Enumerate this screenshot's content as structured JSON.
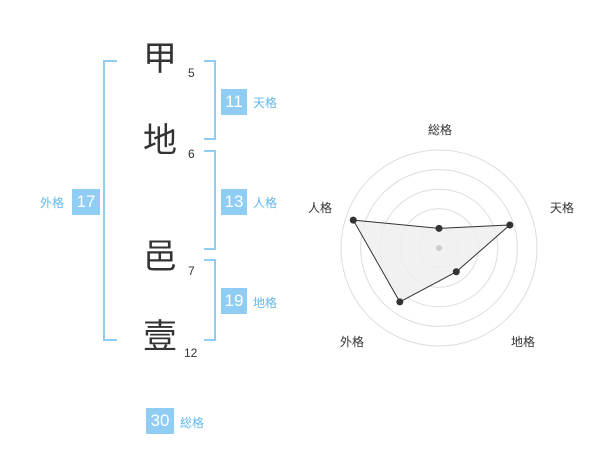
{
  "characters": [
    {
      "kanji": "甲",
      "strokes": "5"
    },
    {
      "kanji": "地",
      "strokes": "6"
    },
    {
      "kanji": "邑",
      "strokes": "7"
    },
    {
      "kanji": "壹",
      "strokes": "12"
    }
  ],
  "kakusu": {
    "tenkaku": {
      "value": "11",
      "label": "天格"
    },
    "jinkaku": {
      "value": "13",
      "label": "人格"
    },
    "chikaku": {
      "value": "19",
      "label": "地格"
    },
    "gaikaku": {
      "value": "17",
      "label": "外格"
    },
    "soukaku": {
      "value": "30",
      "label": "総格"
    }
  },
  "chart_data": {
    "type": "radar",
    "axes": [
      "総格",
      "天格",
      "地格",
      "外格",
      "人格"
    ],
    "values": [
      1.0,
      3.8,
      1.5,
      3.4,
      4.6
    ],
    "rmax": 5,
    "rings": 5
  },
  "colors": {
    "accent": "#8fcdf5",
    "accent_text": "#5fb8ee",
    "radar_fill": "#efefef",
    "ring": "#dddddd"
  }
}
